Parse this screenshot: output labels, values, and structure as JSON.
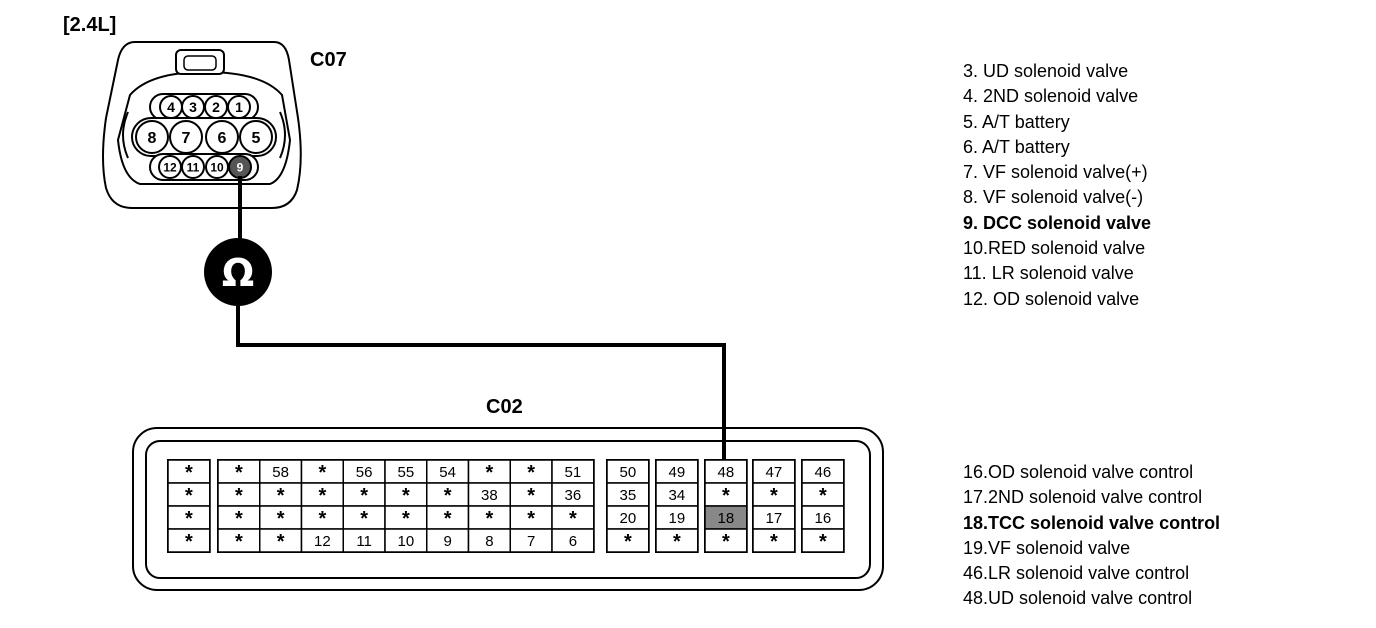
{
  "variant_label": "[2.4L]",
  "c07": {
    "label": "C07",
    "pins_top": [
      "4",
      "3",
      "2",
      "1"
    ],
    "pins_mid": [
      "8",
      "7",
      "6",
      "5"
    ],
    "pins_bot": [
      "12",
      "11",
      "10",
      "9"
    ],
    "highlighted_pin": "9"
  },
  "meter_symbol": "Ω",
  "c02": {
    "label": "C02",
    "groups": [
      [
        [
          "*",
          "*",
          "*",
          "*"
        ]
      ],
      [
        [
          "*",
          "*",
          "*",
          "*"
        ],
        [
          "58",
          "*",
          "*",
          "*"
        ],
        [
          "*",
          "*",
          "*",
          "12"
        ],
        [
          "56",
          "*",
          "*",
          "11"
        ],
        [
          "55",
          "*",
          "*",
          "10"
        ],
        [
          "54",
          "*",
          "*",
          "9"
        ],
        [
          "*",
          "38",
          "*",
          "8"
        ],
        [
          "*",
          "*",
          "*",
          "7"
        ],
        [
          "51",
          "36",
          "*",
          "6"
        ]
      ],
      [
        [
          "50",
          "35",
          "20",
          "*"
        ]
      ],
      [
        [
          "49",
          "34",
          "19",
          "*"
        ]
      ],
      [
        [
          "48",
          "*",
          "18",
          "*"
        ]
      ],
      [
        [
          "47",
          "*",
          "17",
          "*"
        ]
      ],
      [
        [
          "46",
          "*",
          "16",
          "*"
        ]
      ]
    ],
    "highlighted_pin": "18"
  },
  "legend_c07": [
    {
      "text": "3. UD solenoid valve",
      "bold": false
    },
    {
      "text": "4. 2ND solenoid valve",
      "bold": false
    },
    {
      "text": "5. A/T battery",
      "bold": false
    },
    {
      "text": "6. A/T battery",
      "bold": false
    },
    {
      "text": "7. VF solenoid valve(+)",
      "bold": false
    },
    {
      "text": "8. VF solenoid valve(-)",
      "bold": false
    },
    {
      "text": "9. DCC solenoid valve",
      "bold": true
    },
    {
      "text": "10.RED solenoid valve",
      "bold": false
    },
    {
      "text": "11. LR solenoid valve",
      "bold": false
    },
    {
      "text": "12. OD solenoid valve",
      "bold": false
    }
  ],
  "legend_c02": [
    {
      "text": "16.OD solenoid valve control",
      "bold": false
    },
    {
      "text": "17.2ND solenoid valve control",
      "bold": false
    },
    {
      "text": "18.TCC solenoid valve control",
      "bold": true
    },
    {
      "text": "19.VF solenoid valve",
      "bold": false
    },
    {
      "text": "46.LR solenoid valve control",
      "bold": false
    },
    {
      "text": "48.UD solenoid valve control",
      "bold": false
    }
  ]
}
